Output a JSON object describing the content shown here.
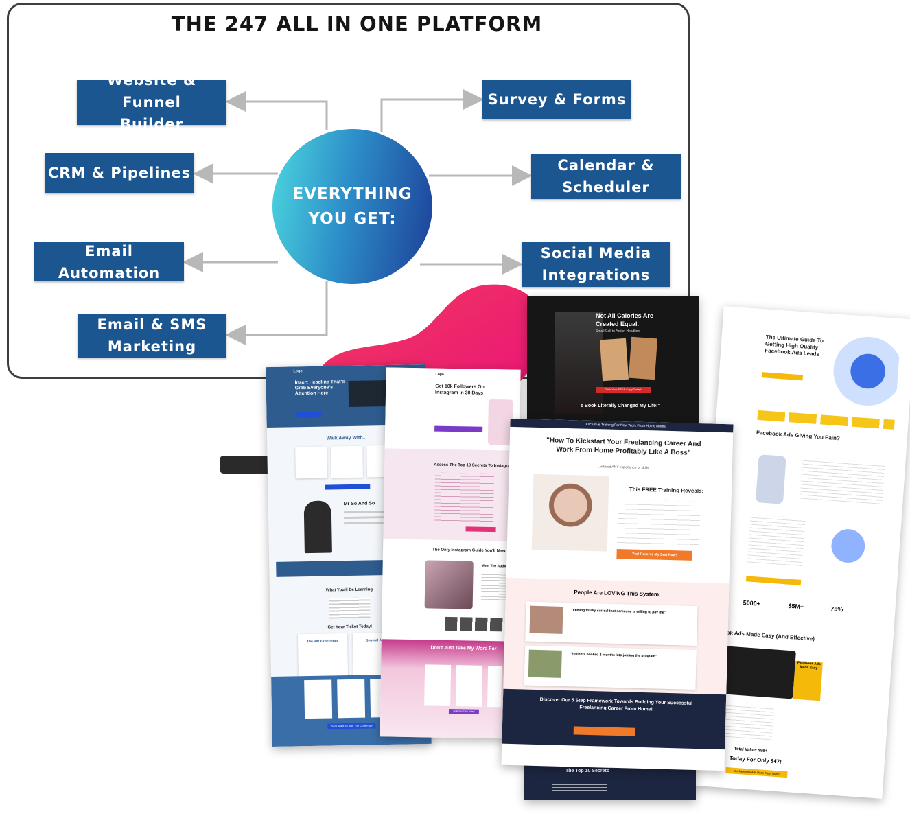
{
  "title": "THE 247 ALL IN ONE PLATFORM",
  "center": "EVERYTHING\nYOU GET:",
  "features": {
    "website": "Website & Funnel\nBuilder",
    "crm": "CRM & Pipelines",
    "email_automation": "Email Automation",
    "email_sms": "Email & SMS\nMarketing",
    "survey": "Survey & Forms",
    "calendar": "Calendar &\nScheduler",
    "social": "Social Media\nIntegrations"
  },
  "templates": {
    "challenge": {
      "logo": "Logo",
      "headline": "Insert Headline That'll Grab Everyone's Attention Here",
      "walk_away": "Walk Away With...",
      "author": "Mr So And So",
      "learning": "What You'll Be Learning",
      "ticket": "Get Your Ticket Today!",
      "vip": "The VIP Experience",
      "general": "General Admis",
      "cta": "Yes! I Want To Join The Challenge!"
    },
    "instagram": {
      "logo": "Logo",
      "headline": "Get 10k Followers On Instagram In 30 Days",
      "secrets": "Access The Top 10 Secrets To Instagram",
      "guide": "The Only Instagram Guide You'll Need In",
      "author": "Meet The Author,",
      "word": "Don't Just Take My Word For",
      "cta": "Grab Your Copy Today!"
    },
    "calories": {
      "headline": "Not All Calories Are Created Equal.",
      "sub": "Small Call to Action Headline",
      "book": "s Book Literally Changed My Life!\"",
      "cta": "Grab Your FREE Copy Today!"
    },
    "freelance": {
      "banner": "Exclusive Training For New Work From Home Moms",
      "headline": "\"How To Kickstart Your Freelancing Career And Work From Home Profitably Like A Boss\"",
      "sub": "...without ANY experience or skills",
      "reveals": "This FREE Training Reveals:",
      "cta": "Yes! Reserve My Seat Now!",
      "loving": "People Are LOVING This System:",
      "testimonial1": "\"Feeling totally surreal that someone is willing to pay me\"",
      "testimonial2": "\"2 clients booked 2 months into joining the program\"",
      "framework": "Discover Our 5 Step Framework Towards Building Your Successful Freelancing Career From Home!",
      "secrets": "The Top 10 Secrets"
    },
    "facebook": {
      "headline": "The Ultimate Guide To Getting High Quality Facebook Ads Leads",
      "pain": "Facebook Ads Giving You Pain?",
      "easy": "acebook Ads Made Easy (And Effective)",
      "stat1": "5000+",
      "stat2": "$5M+",
      "stat3": "75%",
      "total": "Total Value: $99+",
      "today": "Today For Only $47!",
      "cta": "Get Facebook Ads Made Easy Today!",
      "book_title": "Facebook Ads Made Easy"
    }
  },
  "colors": {
    "box": "#1c5690",
    "accent_orange": "#f07a2a",
    "accent_pink": "#e0337a",
    "blob": "#f0256a"
  }
}
